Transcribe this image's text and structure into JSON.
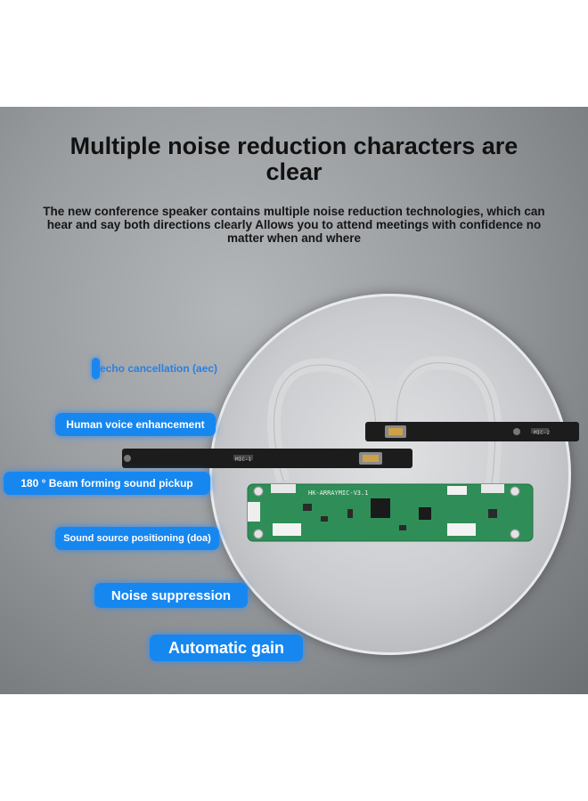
{
  "heading": {
    "line1": "Multiple noise reduction characters are",
    "line2": "clear"
  },
  "description": {
    "line1": "The new conference speaker contains multiple noise reduction technologies, which can",
    "line2": "hear and say both directions clearly Allows you to attend meetings with confidence no",
    "line3": "matter when and where"
  },
  "features": [
    "echo cancellation (aec)",
    "Human voice enhancement",
    "180 ° Beam forming sound pickup",
    "Sound source positioning (doa)",
    "Noise suppression",
    "Automatic gain"
  ],
  "board": {
    "label": "HK-ARRAYMIC-V3.1",
    "mic_left": "MIC-1",
    "mic_right": "MIC-2"
  },
  "colors": {
    "accent": "#1787f0",
    "pcb": "#2f8e57"
  }
}
